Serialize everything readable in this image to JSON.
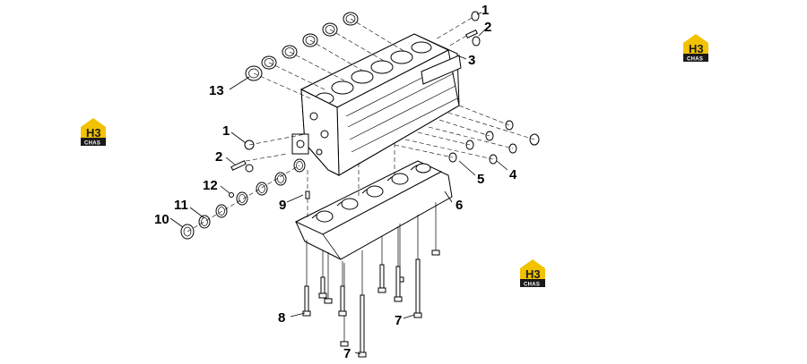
{
  "callouts": [
    {
      "id": "1a",
      "text": "1"
    },
    {
      "id": "2a",
      "text": "2"
    },
    {
      "id": "3",
      "text": "3"
    },
    {
      "id": "13",
      "text": "13"
    },
    {
      "id": "1b",
      "text": "1"
    },
    {
      "id": "2b",
      "text": "2"
    },
    {
      "id": "12",
      "text": "12"
    },
    {
      "id": "9",
      "text": "9"
    },
    {
      "id": "11",
      "text": "11"
    },
    {
      "id": "10",
      "text": "10"
    },
    {
      "id": "5",
      "text": "5"
    },
    {
      "id": "4",
      "text": "4"
    },
    {
      "id": "6",
      "text": "6"
    },
    {
      "id": "8",
      "text": "8"
    },
    {
      "id": "7a",
      "text": "7"
    },
    {
      "id": "7b",
      "text": "7"
    }
  ],
  "watermark": {
    "brand": "CHAS",
    "mark": "H3",
    "accent": "#f2c200",
    "dark": "#1a1a1a"
  }
}
